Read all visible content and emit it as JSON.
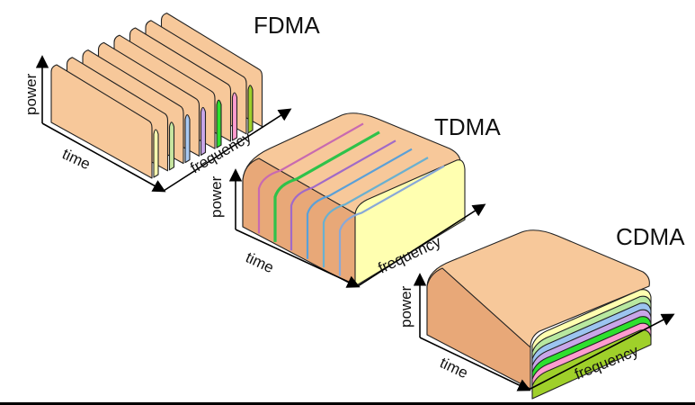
{
  "panels": {
    "fdma": {
      "title": "FDMA",
      "axes": {
        "vertical": "power",
        "depth": "time",
        "horizontal": "frequency"
      },
      "channel_colors": [
        "#f7c89a",
        "#f7c89a",
        "#f7c89a",
        "#f7c89a",
        "#f7c89a",
        "#f7c89a",
        "#f7c89a",
        "#f7c89a"
      ],
      "gap_colors": [
        "#ffffb0",
        "#c8e6a0",
        "#a9c9f2",
        "#c9a6e8",
        "#2ee02e",
        "#ff9ccf",
        "#9fd02a"
      ]
    },
    "tdma": {
      "title": "TDMA",
      "axes": {
        "vertical": "power",
        "depth": "time",
        "horizontal": "frequency"
      },
      "slot_colors": [
        "#f7c89a",
        "#f7c89a",
        "#f7c89a",
        "#f7c89a",
        "#f7c89a",
        "#f7c89a",
        "#ffffb0"
      ],
      "band_colors": [
        "#c86ab0",
        "#2ec24a",
        "#a06ac8",
        "#5aa0d8",
        "#6ab0d0",
        "#88a8d8"
      ]
    },
    "cdma": {
      "title": "CDMA",
      "axes": {
        "vertical": "power",
        "depth": "time",
        "horizontal": "frequency"
      },
      "layer_colors": [
        "#f7c89a",
        "#ffffb0",
        "#b8e8a0",
        "#9cc4f0",
        "#c8a6e8",
        "#2ee02e",
        "#ff9ccf",
        "#9fd02a"
      ]
    }
  },
  "colors": {
    "body": "#f7c89a",
    "top": "#fbd9b2",
    "side": "#e8a878"
  }
}
